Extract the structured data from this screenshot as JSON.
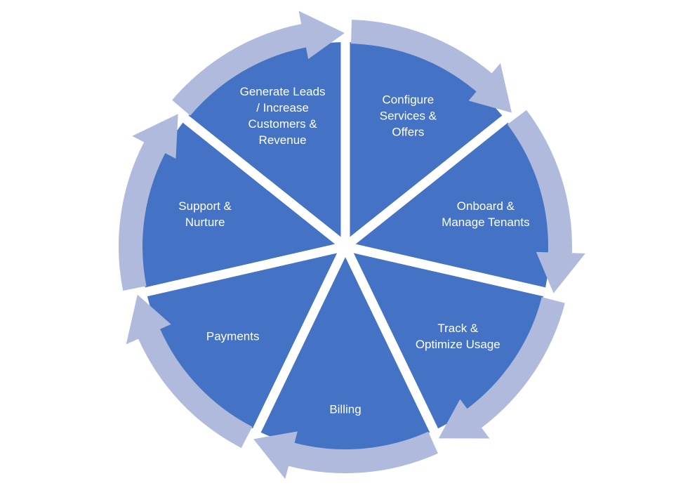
{
  "diagram": {
    "title": "",
    "colors": {
      "segment_fill": "#4472C4",
      "arrow_fill": "#AFBADD",
      "separator": "#FFFFFF",
      "label_text": "#FFFFFF",
      "background": "#FFFFFF"
    },
    "flow_direction": "clockwise",
    "segments": [
      {
        "id": "configure",
        "lines": [
          "Configure",
          "Services &",
          "Offers"
        ]
      },
      {
        "id": "onboard",
        "lines": [
          "Onboard  &",
          "Manage Tenants"
        ]
      },
      {
        "id": "track",
        "lines": [
          "Track &",
          "Optimize Usage"
        ]
      },
      {
        "id": "billing",
        "lines": [
          "Billing"
        ]
      },
      {
        "id": "payments",
        "lines": [
          "Payments"
        ]
      },
      {
        "id": "support",
        "lines": [
          "Support &",
          "Nurture"
        ]
      },
      {
        "id": "generate",
        "lines": [
          "Generate Leads",
          "/ Increase",
          "Customers &",
          "Revenue"
        ]
      }
    ]
  }
}
